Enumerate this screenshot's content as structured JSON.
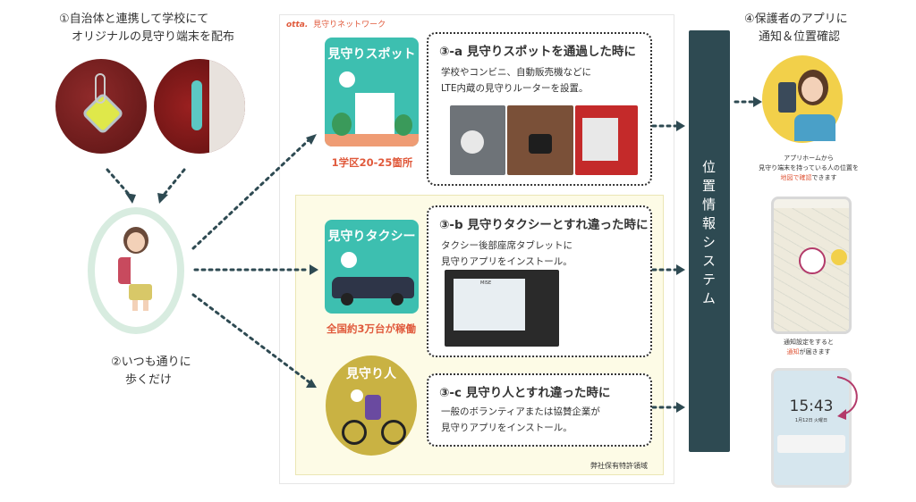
{
  "step1": {
    "line1": "①自治体と連携して学校にて",
    "line2": "オリジナルの見守り端末を配布"
  },
  "step2": {
    "line1": "②いつも通りに",
    "line2": "歩くだけ"
  },
  "network": {
    "brand": "otta.",
    "title": "見守りネットワーク",
    "patent": "弊社保有特許領域"
  },
  "spot": {
    "tile_label": "見守りスポット",
    "caption": "1学区20-25箇所",
    "title": "③-a 見守りスポットを通過した時に",
    "body1": "学校やコンビニ、自動販売機などに",
    "body2": "LTE内蔵の見守りルーターを設置。"
  },
  "taxi": {
    "tile_label": "見守りタクシー",
    "caption": "全国約3万台が稼働",
    "title": "③-b 見守りタクシーとすれ違った時に",
    "body1": "タクシー後部座席タブレットに",
    "body2": "見守りアプリをインストール。",
    "tablet_screen_label": "MISE"
  },
  "person": {
    "tile_label": "見守り人",
    "title": "③-c 見守り人とすれ違った時に",
    "body1": "一般のボランティアまたは協賛企業が",
    "body2": "見守りアプリをインストール。"
  },
  "system": {
    "label": "位置情報システム"
  },
  "step4": {
    "line1": "④保護者のアプリに",
    "line2": "通知＆位置確認",
    "desc1": "アプリホームから",
    "desc2": "見守り端末を持っている人の位置を",
    "desc3": "地図で確認",
    "desc3b": "できます",
    "notif1": "通知設定をすると",
    "notif2": "通知",
    "notif2b": "が届きます",
    "lock_time": "15:43",
    "lock_date": "1月12日 火曜日"
  },
  "colors": {
    "accent": "#e05a3c",
    "system": "#2e4a52",
    "spot": "#3dbfb0",
    "taxi": "#3dbfb0",
    "person_bg": "#c9b243",
    "patent_bg": "#fdfbe6",
    "arrow": "#2e4a52"
  }
}
